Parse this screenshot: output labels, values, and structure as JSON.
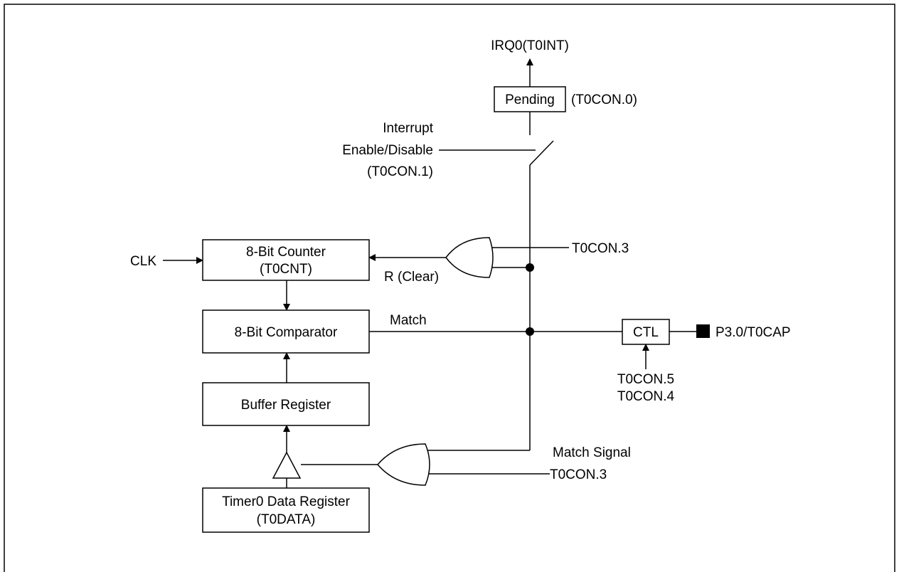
{
  "blocks": {
    "pending": "Pending",
    "counter": [
      "8-Bit Counter",
      "(T0CNT)"
    ],
    "comparator": "8-Bit Comparator",
    "buffer": "Buffer Register",
    "data_register": [
      "Timer0 Data Register",
      "(T0DATA)"
    ],
    "ctl": "CTL"
  },
  "labels": {
    "irq": "IRQ0(T0INT)",
    "pending_reg": "(T0CON.0)",
    "interrupt": [
      "Interrupt",
      "Enable/Disable",
      "(T0CON.1)"
    ],
    "clk": "CLK",
    "clear": "R (Clear)",
    "t0con3_top": "T0CON.3",
    "match": "Match",
    "pin": "P3.0/T0CAP",
    "ctl_ctrl": [
      "T0CON.5",
      "T0CON.4"
    ],
    "match_signal": "Match Signal",
    "t0con3_bottom": "T0CON.3"
  }
}
